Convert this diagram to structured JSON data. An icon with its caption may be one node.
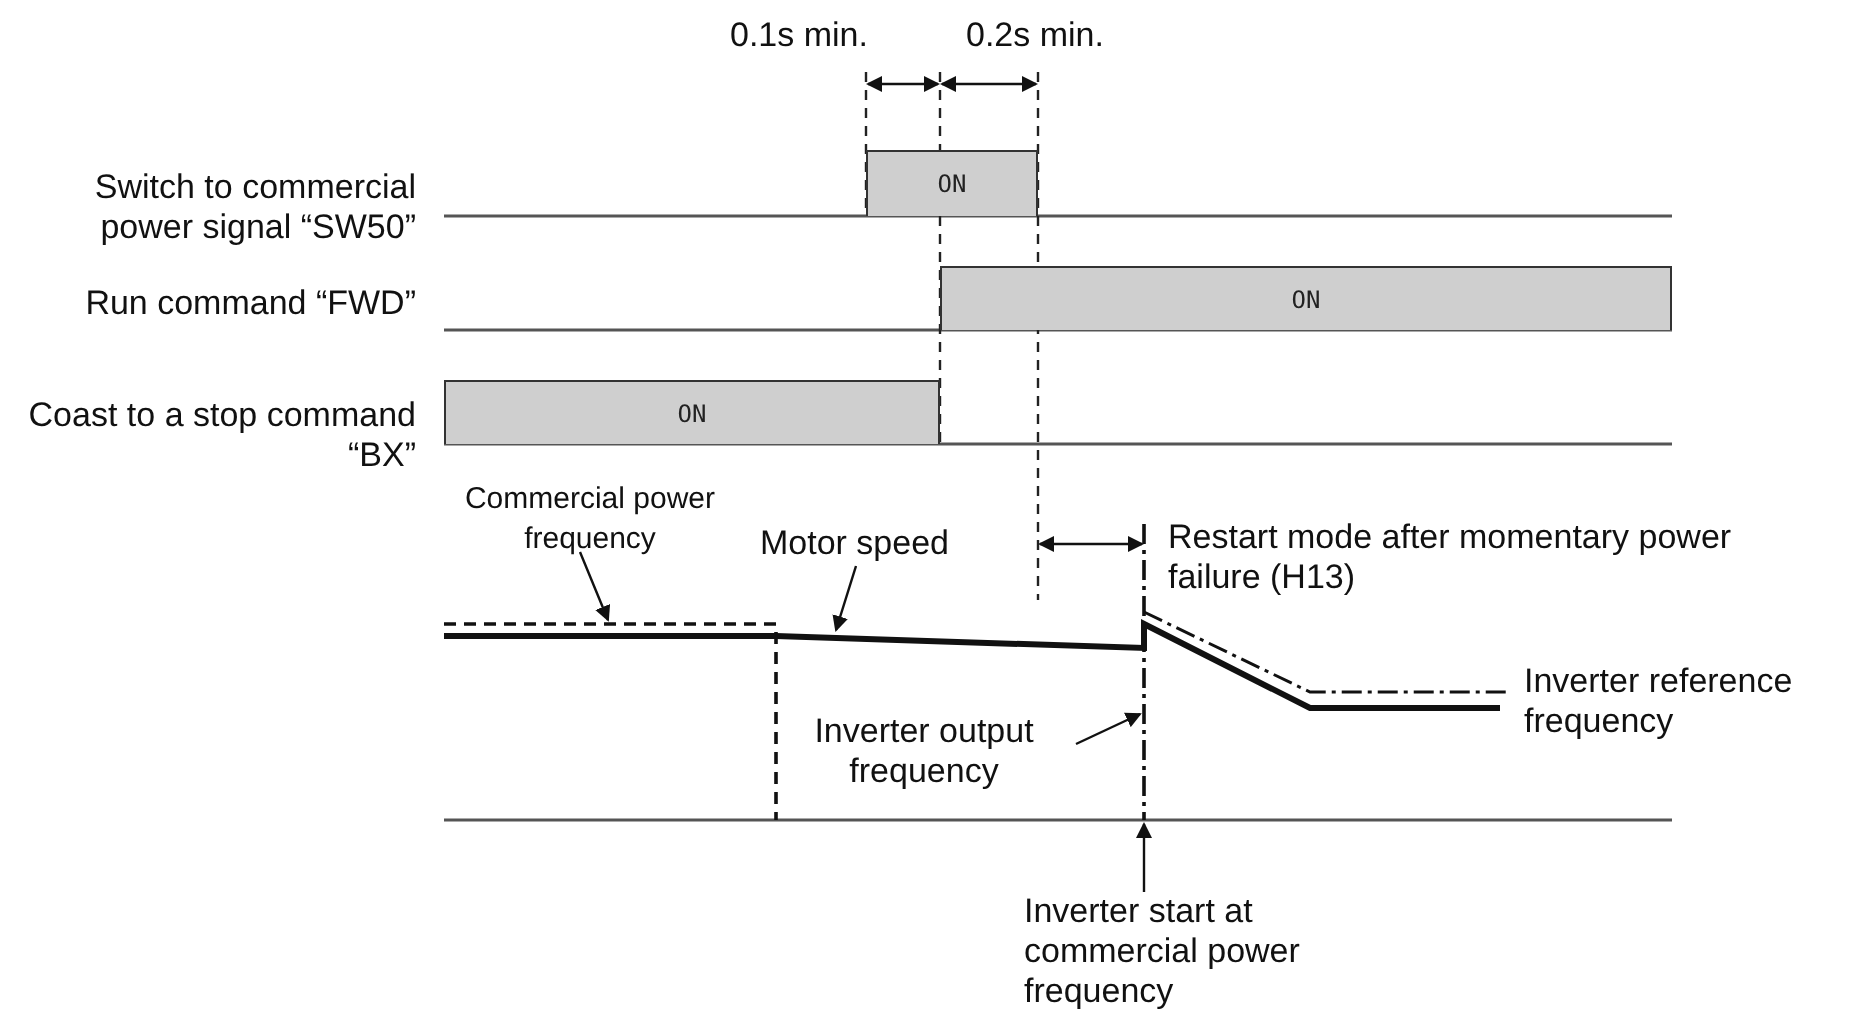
{
  "diagram": {
    "nodes": [
      {
        "text": [
          "ON"
        ]
      },
      {
        "text": [
          "ON"
        ]
      },
      {
        "text": [
          "ON"
        ]
      },
      {
        "text": [
          "Commercial power frequency"
        ]
      },
      {
        "text": [
          "Motor speed"
        ]
      },
      {
        "text": [
          "Inverter output frequency"
        ]
      },
      {
        "text": [
          "Inverter start at commercial power frequency"
        ]
      },
      {
        "text": [],
        "shape": "line"
      },
      {
        "text": [],
        "shape": "line"
      },
      {
        "text": [],
        "shape": "line"
      }
    ],
    "edges": [
      {
        "from": 3,
        "to": 7,
        "arrow": "to"
      },
      {
        "from": 4,
        "to": 8,
        "arrow": "to"
      },
      {
        "from": 5,
        "to": 9,
        "arrow": "to"
      },
      {
        "from": 6,
        "to": 9,
        "arrow": "to"
      }
    ],
    "labels": [
      "0.1s min.",
      "0.2s min.",
      "Switch to commercial power signal “SW50”",
      "Run command “FWD”",
      "Coast to a stop command “BX”",
      "Restart mode after momentary power failure (H13)",
      "Inverter reference frequency"
    ]
  }
}
